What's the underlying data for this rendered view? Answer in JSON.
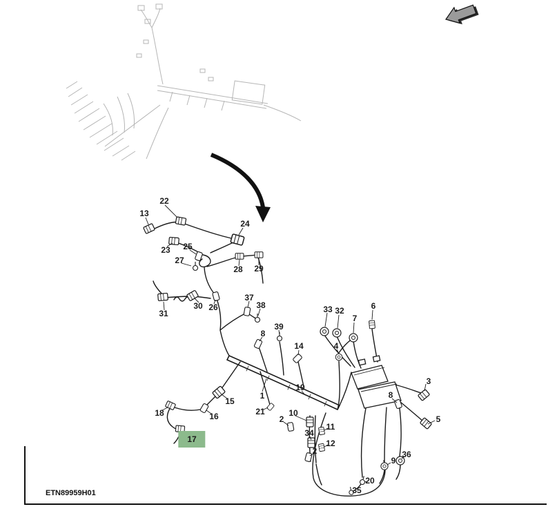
{
  "figure": {
    "code": "ETN89959H01",
    "highlighted_callout": "17",
    "highlight_color": "#8CBA8C",
    "line_color": "#1a1a1a",
    "sketch_color": "#b5b5b5",
    "nav_arrow_fill": "#9a9a9a"
  },
  "icons": {
    "nav_arrow": "sheet-back-arrow",
    "transfer_arrow": "detail-reference-arrow"
  },
  "callouts": {
    "n22": "22",
    "n13": "13",
    "n23": "23",
    "n24": "24",
    "n25": "25",
    "n27": "27",
    "n28": "28",
    "n29": "29",
    "n26": "26",
    "n37": "37",
    "n30": "30",
    "n31": "31",
    "n38": "38",
    "n8a": "8",
    "n39": "39",
    "n14": "14",
    "n33": "33",
    "n32": "32",
    "n7": "7",
    "n6": "6",
    "n4": "4",
    "n3": "3",
    "n8b": "8",
    "n5": "5",
    "n1": "1",
    "n19": "19",
    "n21": "21",
    "n10": "10",
    "n34": "34",
    "n11": "11",
    "n12": "12",
    "n2a": "2",
    "n2b": "2",
    "n9": "9",
    "n36": "36",
    "n20": "20",
    "n35": "35",
    "n15": "15",
    "n16": "16",
    "n18": "18",
    "n17": "17"
  }
}
